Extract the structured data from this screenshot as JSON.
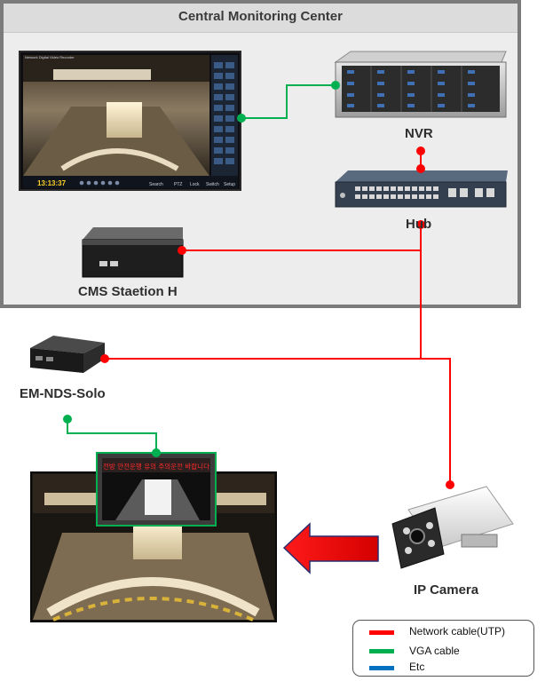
{
  "title": "Central Monitoring Center",
  "nodes": {
    "nvr": "NVR",
    "hub": "Hub",
    "cms": "CMS Staetion H",
    "em_nds": "EM-NDS-Solo",
    "ip_camera": "IP Camera"
  },
  "monitor": {
    "header_text": "Network Digital Video Recorder",
    "clock": "13:13:37",
    "menu_search": "Search",
    "menu_ptz": "PTZ",
    "menu_lock": "Lock",
    "menu_switch": "Switch",
    "menu_setup": "Setup"
  },
  "screen_message": "전방 안전운행 유의 주의운전 바랍니다",
  "legend": {
    "items": [
      {
        "label": "Network cable(UTP)",
        "color": "#ff0000"
      },
      {
        "label": "VGA cable",
        "color": "#00b050"
      },
      {
        "label": "Etc",
        "color": "#0070c0"
      }
    ]
  },
  "colors": {
    "network": "#ff0000",
    "vga": "#00b050",
    "etc": "#0070c0",
    "arrow": "#ff0000"
  }
}
